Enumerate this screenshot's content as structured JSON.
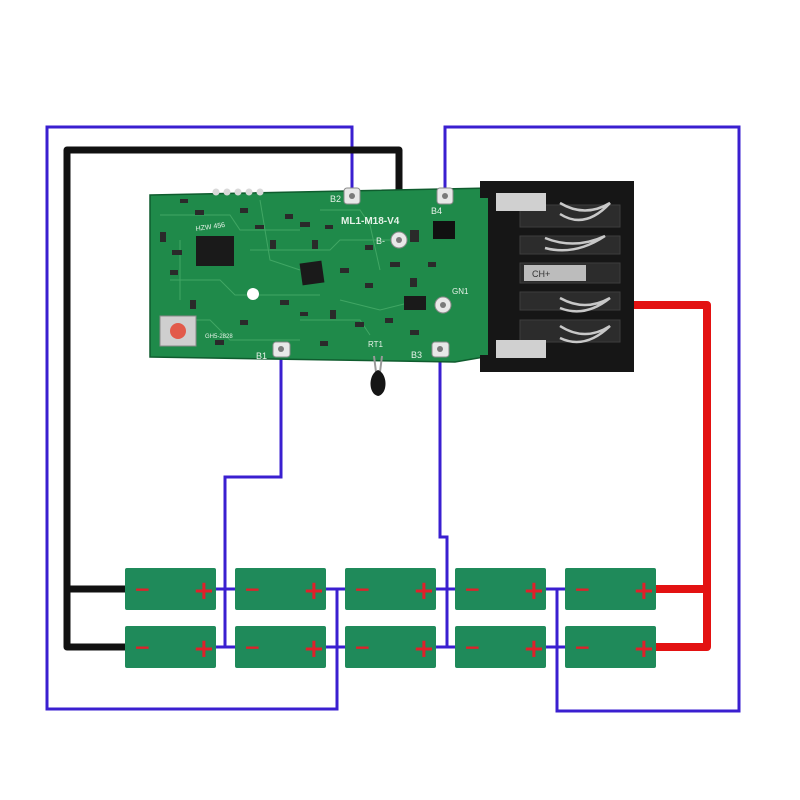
{
  "colors": {
    "background": "#ffffff",
    "wire_blue": "#3a1fd0",
    "wire_black": "#111111",
    "wire_red": "#e31212",
    "pcb_green": "#1f8a4a",
    "cell_green": "#1f8a5a",
    "cell_red": "#e0202a",
    "connector_black": "#161616"
  },
  "pcb": {
    "model": "ML1-M18-V4",
    "chip_label": "HZW 456",
    "crystal_label": "GH5-2828",
    "labels": {
      "b1": "B1",
      "b2": "B2",
      "b3": "B3",
      "b4": "B4",
      "b_minus": "B-",
      "gn1": "GN1",
      "rt1": "RT1"
    },
    "connector_label": "CH+"
  },
  "battery": {
    "cell_minus": "−",
    "cell_plus": "+"
  },
  "icons": {
    "thermistor": "thermistor-icon",
    "button": "push-button-icon",
    "terminals": "terminal-clip-icon"
  }
}
